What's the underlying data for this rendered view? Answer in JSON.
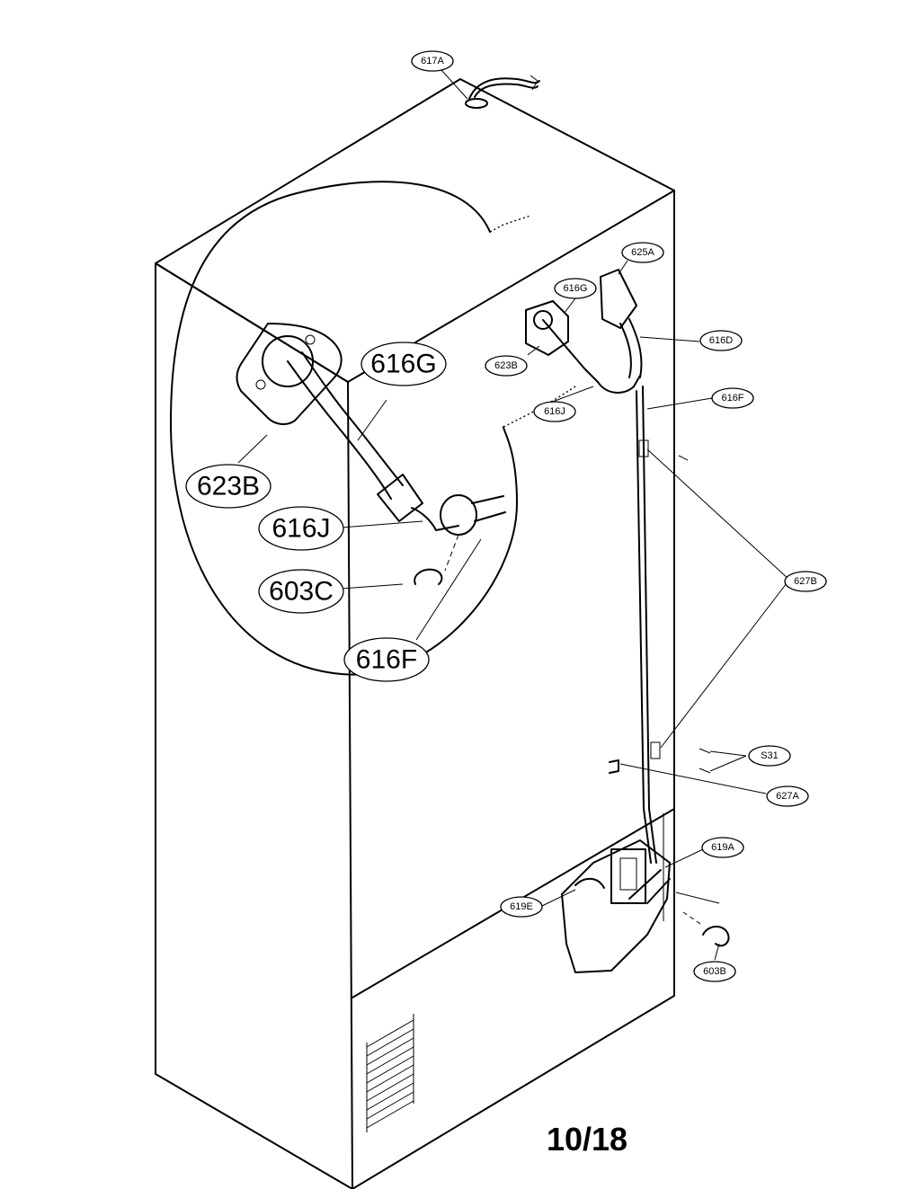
{
  "page_number": "10/18",
  "callouts": {
    "c617A": "617A",
    "c625A": "625A",
    "c616G": "616G",
    "c616D": "616D",
    "c623B": "623B",
    "c616J": "616J",
    "c616F": "616F",
    "c627B": "627B",
    "cS31": "S31",
    "c627A": "627A",
    "c619A": "619A",
    "c619E": "619E",
    "c603B": "603B"
  },
  "detail_callouts": {
    "d616G": "616G",
    "d623B": "623B",
    "d616J": "616J",
    "d603C": "603C",
    "d616F": "616F"
  }
}
